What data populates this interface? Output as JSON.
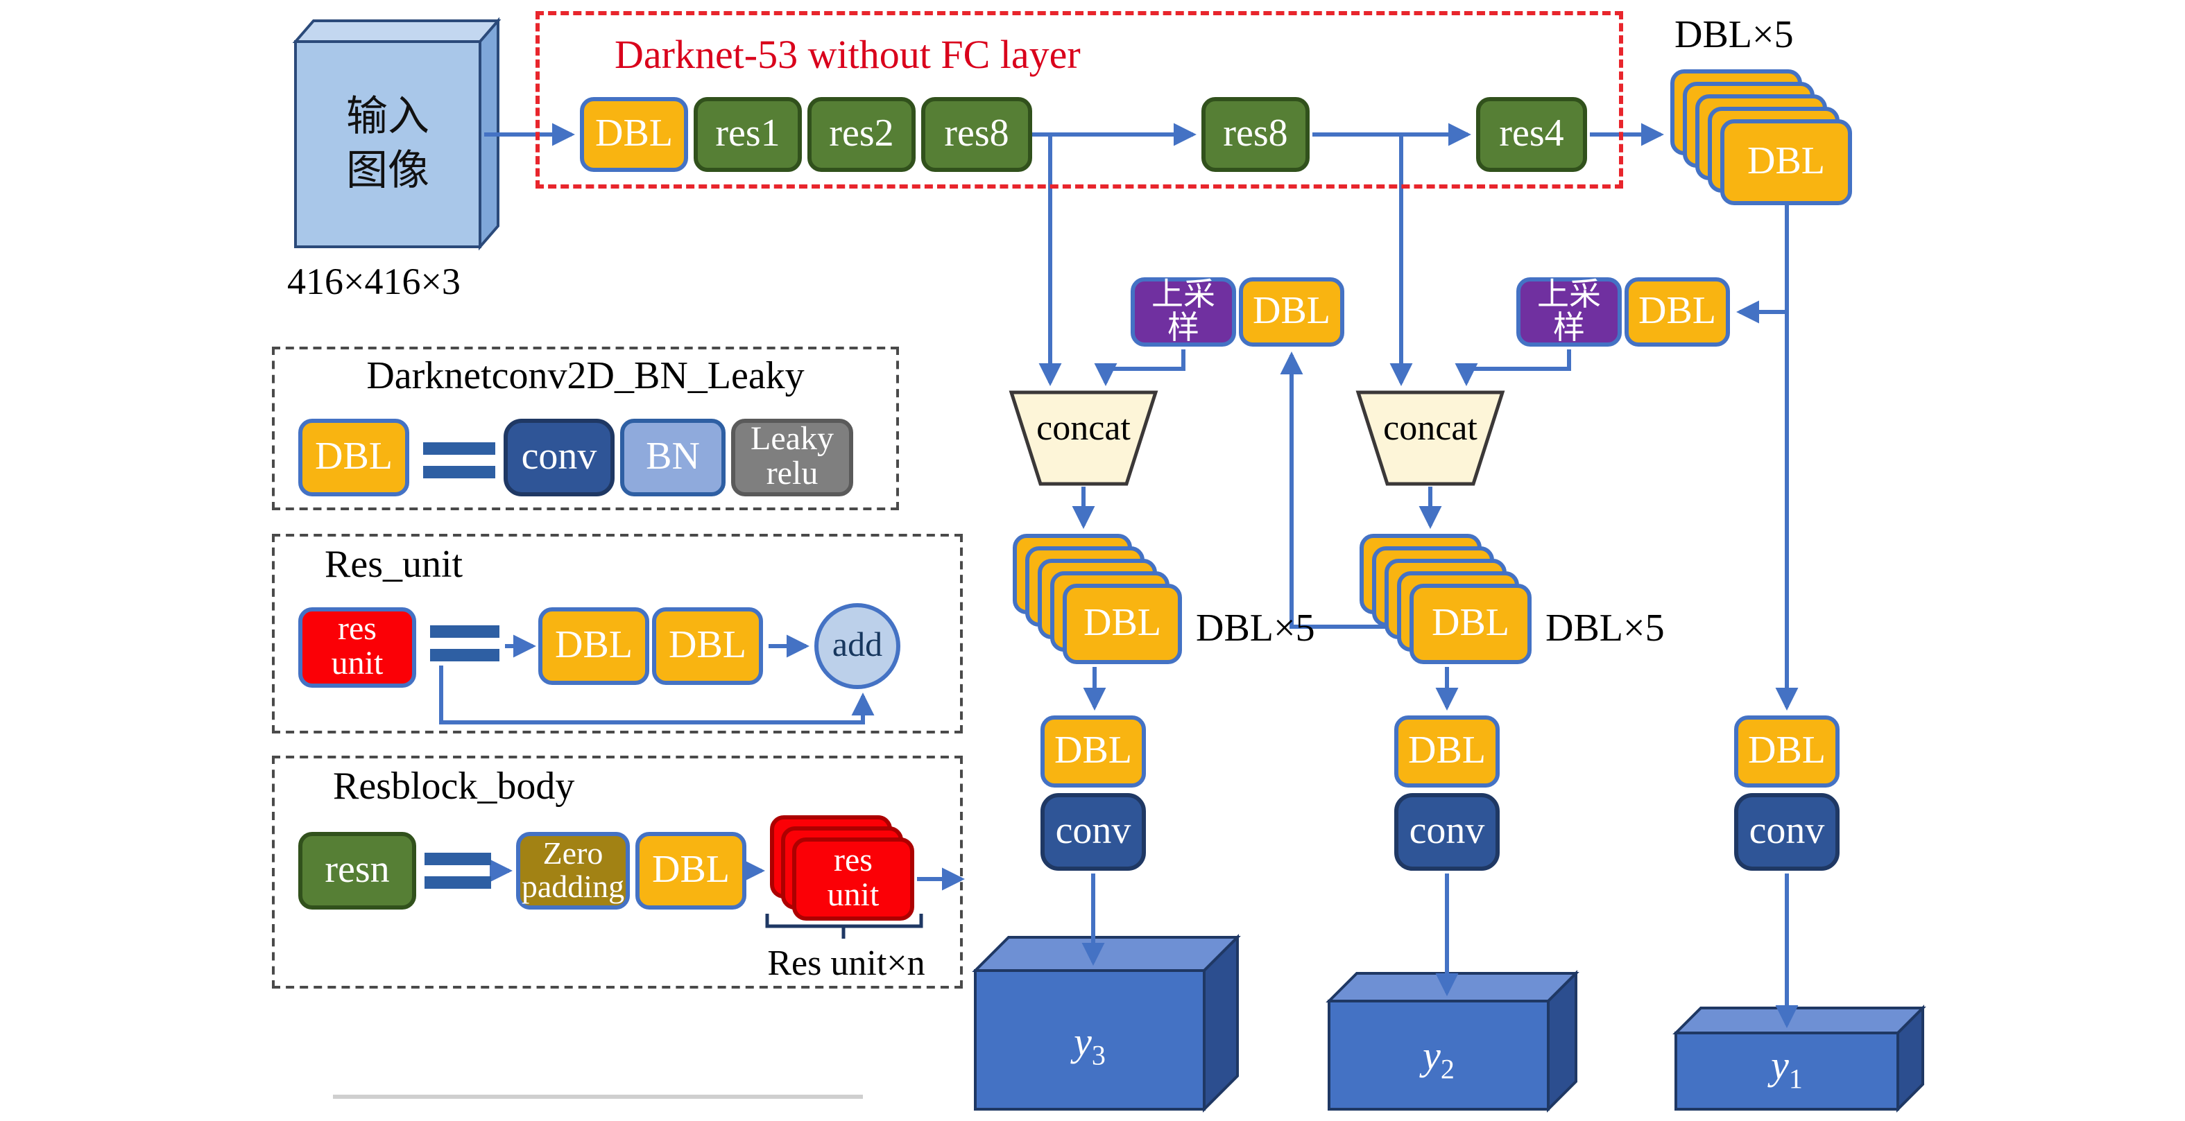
{
  "input": {
    "line1": "输入",
    "line2": "图像",
    "size_label": "416×416×3"
  },
  "backbone": {
    "title": "Darknet-53 without FC layer",
    "dbl": "DBL",
    "res1": "res1",
    "res2": "res2",
    "res8a": "res8",
    "res8b": "res8",
    "res4": "res4"
  },
  "stacks": {
    "top_right": {
      "front": "DBL",
      "label": "DBL×5"
    },
    "left": {
      "front": "DBL",
      "label": "DBL×5"
    },
    "middle": {
      "front": "DBL",
      "label": "DBL×5"
    }
  },
  "upsample": {
    "u1": {
      "line1": "上采",
      "line2": "样",
      "dbl": "DBL"
    },
    "u2": {
      "line1": "上采",
      "line2": "样",
      "dbl": "DBL"
    }
  },
  "concat": {
    "c1": "concat",
    "c2": "concat"
  },
  "heads": {
    "h1": {
      "dbl": "DBL",
      "conv": "conv",
      "out_base": "y",
      "out_sub": "3"
    },
    "h2": {
      "dbl": "DBL",
      "conv": "conv",
      "out_base": "y",
      "out_sub": "2"
    },
    "h3": {
      "dbl": "DBL",
      "conv": "conv",
      "out_base": "y",
      "out_sub": "1"
    }
  },
  "legend_dbl": {
    "title": "Darknetconv2D_BN_Leaky",
    "dbl": "DBL",
    "conv": "conv",
    "bn": "BN",
    "leaky_line1": "Leaky",
    "leaky_line2": "relu"
  },
  "legend_res": {
    "title": "Res_unit",
    "res_line1": "res",
    "res_line2": "unit",
    "dbl1": "DBL",
    "dbl2": "DBL",
    "add": "add"
  },
  "legend_resblock": {
    "title": "Resblock_body",
    "resn": "resn",
    "zero_line1": "Zero",
    "zero_line2": "padding",
    "dbl": "DBL",
    "res_line1": "res",
    "res_line2": "unit",
    "brace_label": "Res unit×n"
  },
  "colors": {
    "accent_blue": "#4472C4",
    "dbl_yellow": "#F9B411",
    "res_green": "#567F35",
    "upsample_purple": "#7030A0",
    "conv_navy": "#2F5597",
    "bn_blue": "#8FAADC",
    "leaky_gray": "#7F7F7F",
    "res_unit_red": "#FB0006",
    "zero_padding_olive": "#A28214",
    "concat_cream": "#FDF5D8",
    "output_box_blue": "#4472C4",
    "input_box_blue": "#A9C7E9",
    "backbone_border_red": "#E8252C",
    "title_red": "#D9001B"
  }
}
